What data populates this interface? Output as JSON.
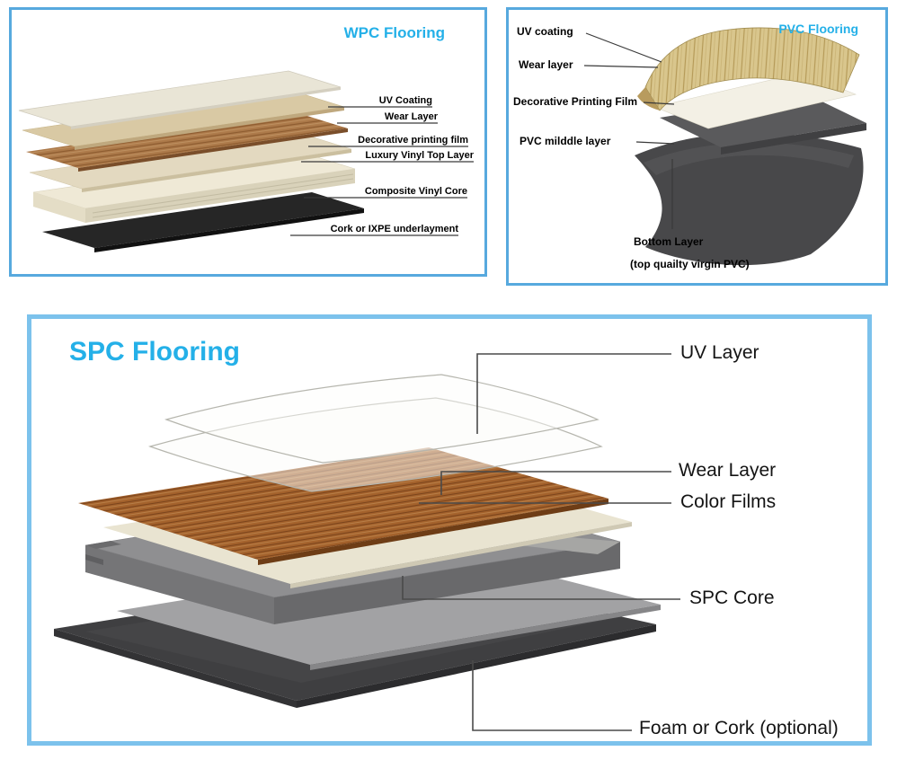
{
  "wpc": {
    "title": "WPC Flooring",
    "labels": {
      "uv": "UV Coating",
      "wear": "Wear Layer",
      "film": "Decorative printing  film",
      "luxury": "Luxury Vinyl Top Layer",
      "core": "Composite  Vinyl Core",
      "cork": "Cork or IXPE underlayment"
    }
  },
  "pvc": {
    "title": "PVC Flooring",
    "labels": {
      "uv": "UV coating",
      "wear": "Wear layer",
      "film": "Decorative Printing Film",
      "middle": "PVC milddle layer",
      "bottom": "Bottom Layer",
      "bottom2": "(top quailty virgin PVC)"
    }
  },
  "spc": {
    "title": "SPC Flooring",
    "labels": {
      "uv": "UV Layer",
      "wear": "Wear Layer",
      "films": "Color Films",
      "core": "SPC Core",
      "foam": "Foam or Cork (optional)"
    }
  },
  "colors": {
    "accent_cyan": "#24b0e8",
    "panel_border": "#57a9de",
    "spc_panel_border": "#7cc2ec",
    "wood_brown": "#a4622c",
    "core_gray": "#8f8f91",
    "underlayment_dark": "#3f3f41"
  }
}
